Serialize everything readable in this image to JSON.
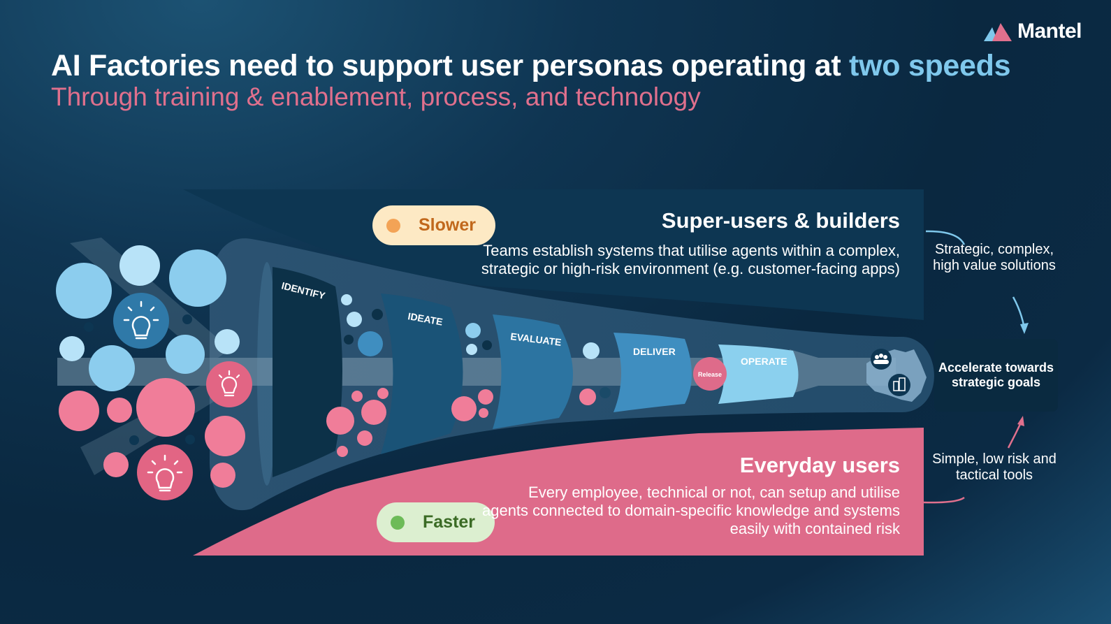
{
  "brand": {
    "name": "Mantel"
  },
  "header": {
    "title_main": "AI Factories need to support user personas operating at ",
    "title_highlight": "two speeds",
    "subtitle": "Through training & enablement, process, and technology"
  },
  "speeds": {
    "slower": "Slower",
    "faster": "Faster"
  },
  "super_users": {
    "title": "Super-users & builders",
    "description": "Teams establish systems that utilise agents within a complex, strategic or high-risk environment (e.g. customer-facing apps)"
  },
  "everyday_users": {
    "title": "Everyday users",
    "description": "Every employee, technical or not, can setup and utilise agents connected to domain-specific knowledge and systems easily with contained risk"
  },
  "stages": [
    "IDENTIFY",
    "IDEATE",
    "EVALUATE",
    "DELIVER",
    "OPERATE"
  ],
  "release_label": "Release",
  "side_labels": {
    "strategic": "Strategic, complex, high value solutions",
    "simple": "Simple, low risk and tactical tools"
  },
  "goal": "Accelerate towards strategic goals",
  "colors": {
    "background": "#0b2a44",
    "highlight_blue": "#7fc8ec",
    "pink": "#de6b8a",
    "dark_band": "#0d3652",
    "slower_pill": "#fde9c4",
    "faster_pill": "#dcefd0"
  },
  "icons": [
    "lightbulb-icon",
    "people-icon",
    "buildings-icon",
    "australia-map-icon",
    "mantel-logo-icon"
  ]
}
